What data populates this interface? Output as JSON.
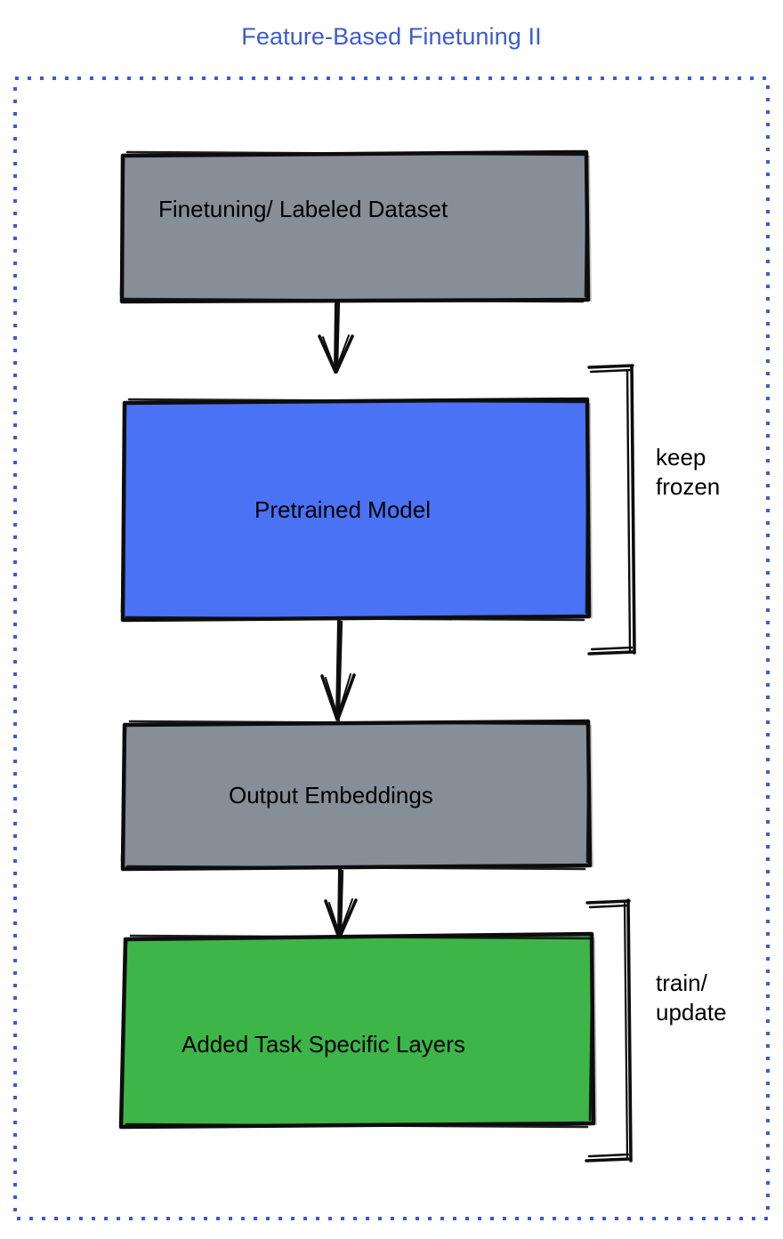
{
  "title": "Feature-Based Finetuning II",
  "theme": {
    "title_color": "#3b5bd0",
    "frame_color": "#3b5bd0",
    "stroke_color": "#0d0d0d",
    "background": "#ffffff",
    "gray_fill": "#868e98",
    "blue_fill": "#4a72f5",
    "green_fill": "#3cb54a",
    "text_color": "#000000"
  },
  "frame": {
    "style": "dashed",
    "name": "feature-based-finetuning-frame"
  },
  "chart_data": {
    "type": "flowchart",
    "title": "Feature-Based Finetuning II",
    "orientation": "top-to-bottom",
    "nodes": [
      {
        "id": "dataset",
        "label": "Finetuning/ Labeled Dataset",
        "fill": "#868e98",
        "shape": "rect"
      },
      {
        "id": "pretrained",
        "label": "Pretrained Model",
        "fill": "#4a72f5",
        "shape": "rect"
      },
      {
        "id": "embeddings",
        "label": "Output Embeddings",
        "fill": "#868e98",
        "shape": "rect"
      },
      {
        "id": "layers",
        "label": "Added Task Specific Layers",
        "fill": "#3cb54a",
        "shape": "rect"
      }
    ],
    "edges": [
      {
        "from": "dataset",
        "to": "pretrained",
        "style": "arrow"
      },
      {
        "from": "pretrained",
        "to": "embeddings",
        "style": "arrow"
      },
      {
        "from": "embeddings",
        "to": "layers",
        "style": "arrow"
      }
    ],
    "annotations": [
      {
        "id": "keep-frozen",
        "label": "keep\nfrozen",
        "targets": [
          "pretrained"
        ],
        "marker": "bracket"
      },
      {
        "id": "train-update",
        "label": "train/\nupdate",
        "targets": [
          "layers"
        ],
        "marker": "bracket"
      }
    ]
  },
  "nodes": {
    "dataset": {
      "label": "Finetuning/ Labeled Dataset"
    },
    "pretrained": {
      "label": "Pretrained Model"
    },
    "embeddings": {
      "label": "Output Embeddings"
    },
    "layers": {
      "label": "Added Task Specific Layers"
    }
  },
  "annotations": {
    "keep_frozen": {
      "label": "keep\nfrozen"
    },
    "train_update": {
      "label": "train/\nupdate"
    }
  }
}
